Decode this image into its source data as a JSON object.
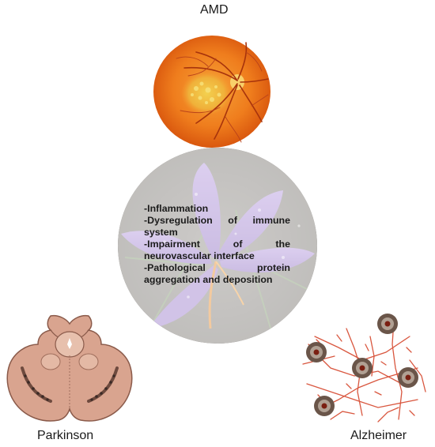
{
  "labels": {
    "top": "AMD",
    "bottom_left": "Parkinson",
    "bottom_right": "Alzheimer"
  },
  "center": {
    "mechanisms": [
      "-Inflammation",
      "-Dysregulation of immune system",
      "-Impairment of the neurovascular interface",
      "-Pathological protein aggregation and deposition"
    ]
  },
  "icons": {
    "top": "retina-fundus-icon",
    "center": "saffron-crocus-flower-icon",
    "bottom_left": "midbrain-cross-section-icon",
    "bottom_right": "amyloid-plaques-neurons-icon"
  },
  "colors": {
    "retina_orange": "#f07a1a",
    "flower_purple": "#9a78c8",
    "brainstem_tan": "#d9a48f",
    "plaque_red": "#d9573f"
  }
}
